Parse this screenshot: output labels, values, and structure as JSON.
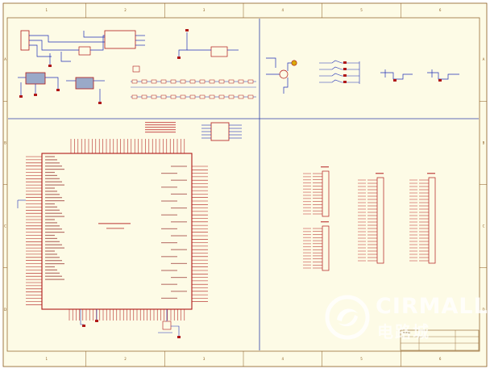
{
  "colors": {
    "paper": "#fdfbe6",
    "border": "#8a5a1e",
    "frame_divider": "#2d3fa8",
    "wire": "#1f2fb8",
    "component": "#b01818",
    "pin_label": "#8a1a1a",
    "net_label": "#5a5aa0"
  },
  "watermark": {
    "brand": "CIRMALL",
    "brand_cn": "电路城",
    "logo_icon": "cirmall-swirl-icon"
  },
  "sheet": {
    "frame_columns": [
      "1",
      "2",
      "3",
      "4",
      "5",
      "6"
    ],
    "frame_rows": [
      "A",
      "B",
      "C",
      "D"
    ]
  },
  "title_block": {
    "caption": "Title"
  }
}
